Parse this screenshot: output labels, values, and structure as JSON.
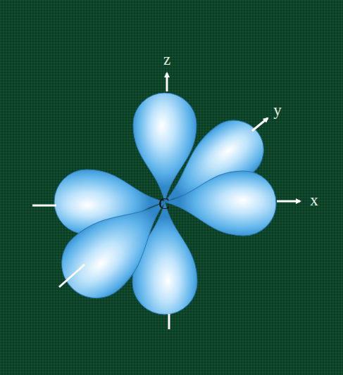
{
  "diagram": {
    "labels": [
      "z",
      "y",
      "x",
      "C"
    ]
  }
}
